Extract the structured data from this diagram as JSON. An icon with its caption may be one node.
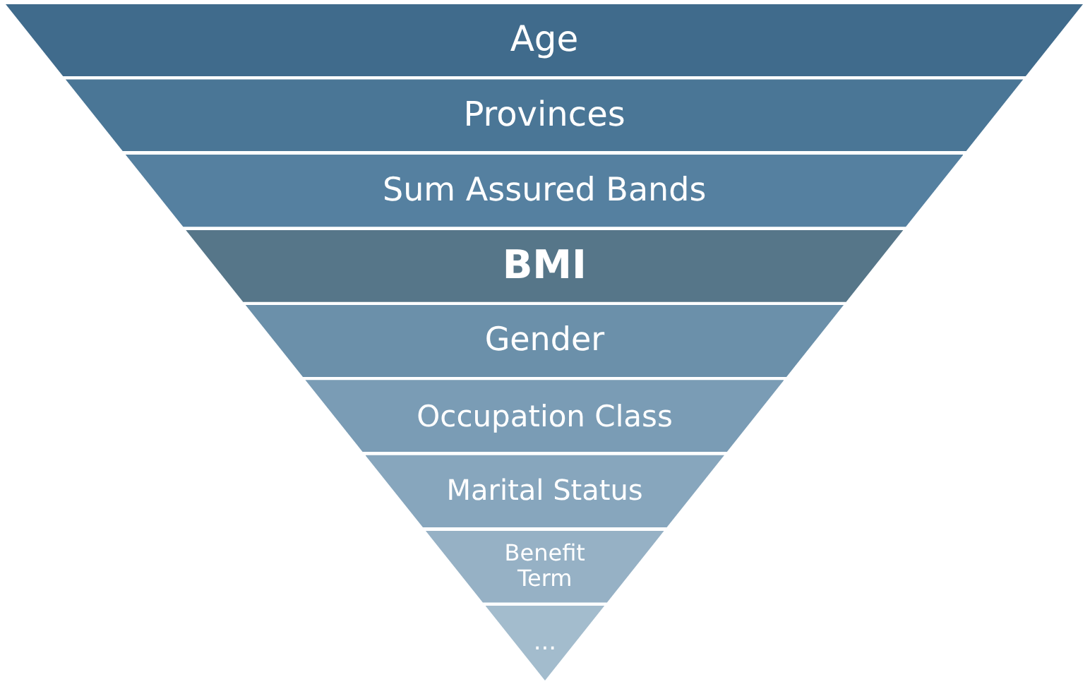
{
  "diagram": {
    "nodes": [
      {
        "text": [
          "Age"
        ]
      },
      {
        "text": [
          "Provinces"
        ]
      },
      {
        "text": [
          "Sum Assured Bands"
        ]
      },
      {
        "text": [
          "BMI"
        ]
      },
      {
        "text": [
          "Gender"
        ]
      },
      {
        "text": [
          "Occupation Class"
        ]
      },
      {
        "text": [
          "Marital Status"
        ]
      },
      {
        "text": [
          "Benefit Term"
        ]
      },
      {
        "text": [
          "..."
        ]
      }
    ]
  }
}
